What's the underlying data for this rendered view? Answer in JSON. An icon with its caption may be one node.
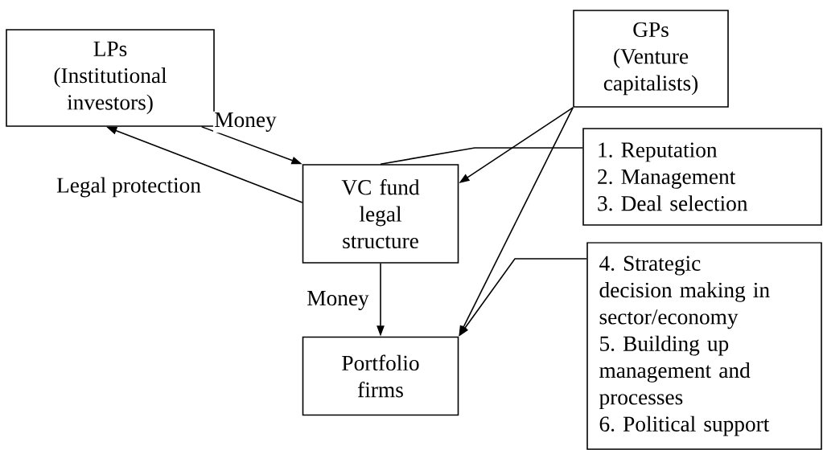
{
  "diagram": {
    "nodes": [
      {
        "text": [
          "LPs",
          "(Institutional investors)"
        ]
      },
      {
        "text": [
          "GPs",
          "(Venture capitalists)"
        ]
      },
      {
        "text": [
          "VC fund legal structure"
        ]
      },
      {
        "text": [
          "1. Reputation",
          "2. Management",
          "3. Deal selection"
        ]
      },
      {
        "text": [
          "Portfolio firms"
        ]
      },
      {
        "text": [
          "4. Strategic decision making in sector/economy",
          "5. Building up management and processes",
          "6. Political support"
        ]
      }
    ],
    "edges": [
      {
        "from": 0,
        "to": 2,
        "arrow": "to",
        "label": "Money"
      },
      {
        "from": 2,
        "to": 0,
        "arrow": "to",
        "label": "Legal protection"
      },
      {
        "from": 1,
        "to": 2,
        "arrow": "to"
      },
      {
        "from": 1,
        "to": 4,
        "arrow": "to"
      },
      {
        "from": 2,
        "to": 4,
        "arrow": "to",
        "label": "Money"
      },
      {
        "from": 3,
        "to": 2,
        "arrow": "none"
      },
      {
        "from": 5,
        "to": 4,
        "arrow": "to"
      }
    ]
  }
}
